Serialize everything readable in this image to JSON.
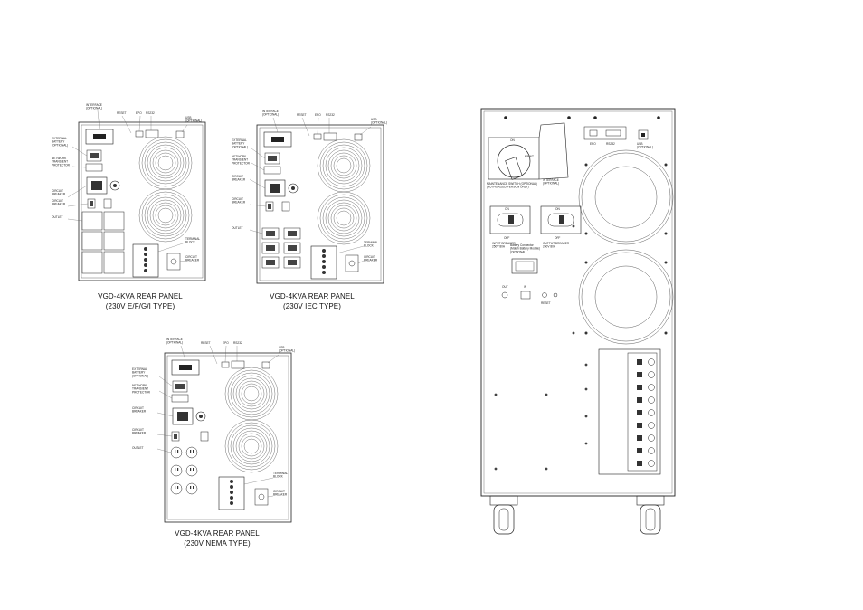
{
  "panels": [
    {
      "id": "ef_gi",
      "caption_line1": "VGD-4KVA REAR PANEL",
      "caption_line2": "(230V E/F/G/I TYPE)",
      "labels": {
        "interface": "INTERFACE\n(OPTIONAL)",
        "reset": "RESET",
        "epo": "EPO",
        "rs232": "RS232",
        "usb": "USB\n(OPTIONAL)",
        "ext_battery": "EXTERNAL\nBATTERY\n(OPTIONAL)",
        "network": "NETWORK\nTRANSIENT\nPROTECTOR",
        "cb1": "CIRCUIT\nBREAKER",
        "cb2": "CIRCUIT\nBREAKER",
        "outlet": "OUTLET",
        "terminal": "TERMINAL\nBLOCK",
        "cb3": "CIRCUIT\nBREAKER"
      }
    },
    {
      "id": "iec",
      "caption_line1": "VGD-4KVA REAR PANEL",
      "caption_line2": "(230V IEC TYPE)",
      "labels": {
        "interface": "INTERFACE\n(OPTIONAL)",
        "reset": "RESET",
        "epo": "EPO",
        "rs232": "RS232",
        "usb": "USB\n(OPTIONAL)",
        "ext_battery": "EXTERNAL\nBATTERY\n(OPTIONAL)",
        "network": "NETWORK\nTRANSIENT\nPROTECTOR",
        "cb1": "CIRCUIT\nBREAKER",
        "cb2": "CIRCUIT\nBREAKER",
        "outlet": "OUTLET",
        "terminal": "TERMINAL\nBLOCK",
        "cb3": "CIRCUIT\nBREAKER"
      }
    },
    {
      "id": "nema",
      "caption_line1": "VGD-4KVA REAR PANEL",
      "caption_line2": "(230V NEMA TYPE)",
      "labels": {
        "interface": "INTERFACE\n(OPTIONAL)",
        "reset": "RESET",
        "epo": "EPO",
        "rs232": "RS232",
        "usb": "USB\n(OPTIONAL)",
        "ext_battery": "EXTERNAL\nBATTERY\n(OPTIONAL)",
        "network": "NETWORK\nTRANSIENT\nPROTECTOR",
        "cb1": "CIRCUIT\nBREAKER",
        "cb2": "CIRCUIT\nBREAKER",
        "outlet": "OUTLET",
        "terminal": "TERMINAL\nBLOCK",
        "cb3": "CIRCUIT\nBREAKER"
      }
    }
  ],
  "large_panel": {
    "labels": {
      "on": "ON",
      "maint": "MAINT",
      "maint_switch": "MAINTENANCE SWITCH (OPTIONAL)\n(AUTHORIZED PERSON ONLY)",
      "interface": "INTERFACE\n(OPTIONAL)",
      "epo": "EPO",
      "rs232": "RS232",
      "usb": "USB\n(OPTIONAL)",
      "input_on": "ON",
      "input_off": "OFF",
      "input_breaker": "INPUT BREAKER\n250V 80A",
      "output_on": "ON",
      "output_off": "OFF",
      "output_breaker": "OUTPUT BREAKER\n250V 80A",
      "battery_connector": "Battery Connector\n(Match Battery Module)\n(OPTIONAL)",
      "out": "OUT",
      "in": "IN",
      "reset": "RESET"
    }
  }
}
